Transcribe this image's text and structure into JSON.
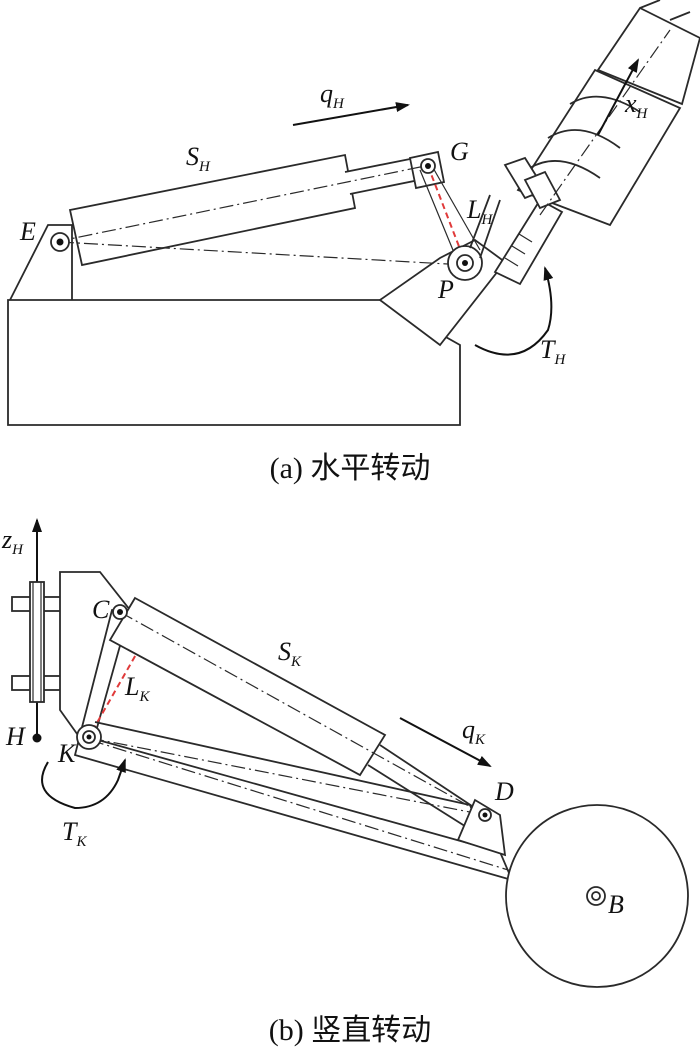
{
  "panel_a": {
    "caption": "(a) 水平转动",
    "labels": {
      "q": "q",
      "q_sub": "H",
      "x": "x",
      "x_sub": "H",
      "S": "S",
      "S_sub": "H",
      "G": "G",
      "E": "E",
      "L": "L",
      "L_sub": "H",
      "P": "P",
      "T": "T",
      "T_sub": "H"
    }
  },
  "panel_b": {
    "caption": "(b) 竖直转动",
    "labels": {
      "z": "z",
      "z_sub": "H",
      "C": "C",
      "S": "S",
      "S_sub": "K",
      "L": "L",
      "L_sub": "K",
      "H": "H",
      "K": "K",
      "q": "q",
      "q_sub": "K",
      "D": "D",
      "T": "T",
      "T_sub": "K",
      "B": "B"
    }
  },
  "colors": {
    "line": "#2a2a2a",
    "highlight": "#e03a3a"
  }
}
